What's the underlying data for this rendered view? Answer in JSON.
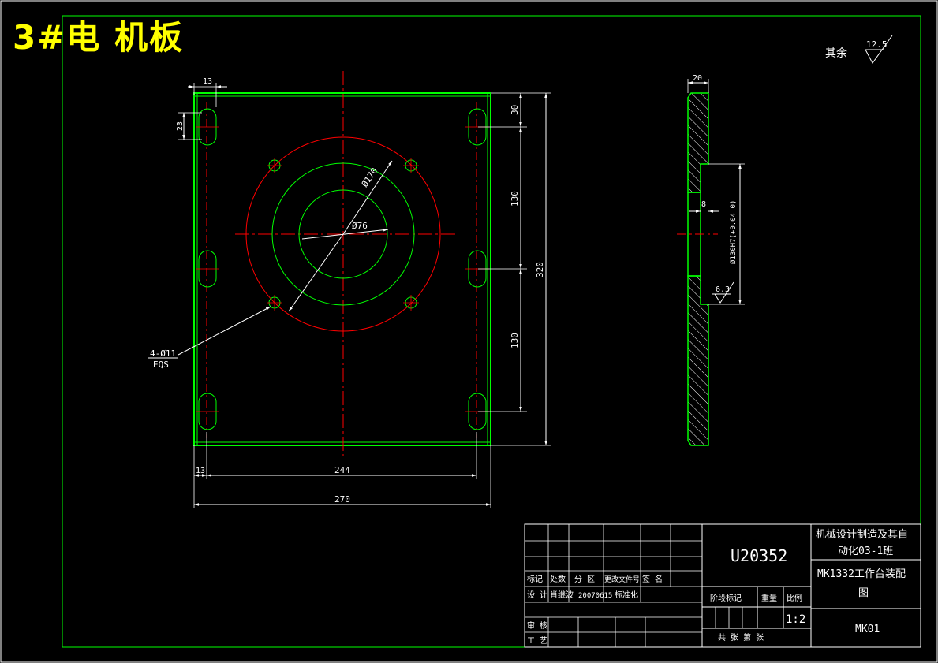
{
  "sheet": {
    "title": "3#电 机板"
  },
  "roughness": {
    "note": "其余",
    "main_value": "12.5",
    "side_value": "6.3"
  },
  "front_view": {
    "dims": {
      "slot_offset": "13",
      "slot_length": "23",
      "top_margin": "30",
      "slot_pitch_upper": "130",
      "slot_pitch_lower": "130",
      "total_height": "320",
      "left_margin": "13",
      "slot_span": "244",
      "total_width": "270",
      "bolt_circle": "Ø170",
      "bore": "Ø76"
    },
    "hole_callout": {
      "count": "4-Ø11",
      "spacing": "EQS"
    }
  },
  "side_view": {
    "dims": {
      "thickness": "20",
      "recess_depth": "8",
      "recess_dia": "Ø130H7(+0.04 0)"
    }
  },
  "title_block": {
    "drawing_code": "U20352",
    "school": "机械设计制造及其自动化03-1班",
    "school_line1": "机械设计制造及其自",
    "school_line2": "动化03-1班",
    "product_line1": "MK1332工作台装配",
    "product_line2": "图",
    "part_number": "MK01",
    "scale": "1:2",
    "rev_headers": [
      "标记",
      "处数",
      "分 区",
      "更改文件号",
      "签 名"
    ],
    "sign_rows": [
      {
        "role": "设 计",
        "name": "肖继波",
        "date": "20070615",
        "extra": "标准化"
      },
      {
        "role": "审 核",
        "name": "",
        "date": "",
        "extra": ""
      },
      {
        "role": "工 艺",
        "name": "",
        "date": "",
        "extra": ""
      }
    ],
    "stage_label": "阶段标记",
    "weight_label": "重量",
    "scale_label": "比例",
    "sheets_label": "共 张 第 张"
  }
}
